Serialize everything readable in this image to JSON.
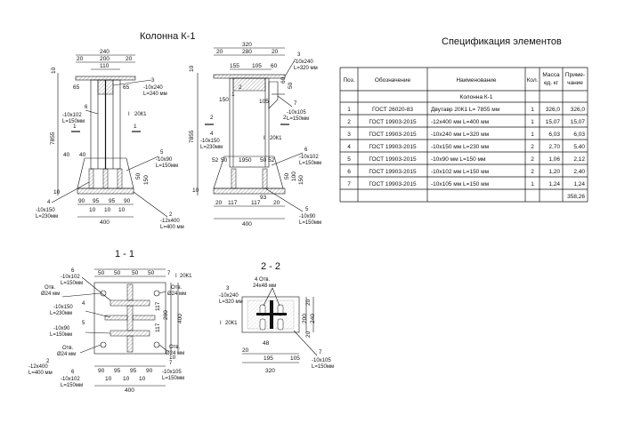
{
  "drawing": {
    "column_title": "Колонна К-1",
    "spec_title": "Спецификация элементов",
    "section_1_title": "1 - 1",
    "section_2_title": "2 - 2"
  },
  "spec_table": {
    "headers": [
      "Поз.",
      "Обозначение",
      "Наименование",
      "Кол.",
      "Масса ед. кг",
      "Приме-чание"
    ],
    "group_title": "Колонна К-1",
    "rows": [
      [
        "1",
        "ГОСТ 26020-83",
        "Двутавр 20К1  L= 7855 мм",
        "1",
        "326,0",
        "326,0"
      ],
      [
        "2",
        "ГОСТ 19903-2015",
        "-12х400 мм   L=400 мм",
        "1",
        "15,07",
        "15,07"
      ],
      [
        "3",
        "ГОСТ 19903-2015",
        "-10х240 мм   L=320 мм",
        "1",
        "6,03",
        "6,03"
      ],
      [
        "4",
        "ГОСТ 19903-2015",
        "-10х150 мм   L=230 мм",
        "2",
        "2,70",
        "5,40"
      ],
      [
        "5",
        "ГОСТ 19903-2015",
        "-10х90 мм      L=150 мм",
        "2",
        "1,06",
        "2,12"
      ],
      [
        "6",
        "ГОСТ 19903-2015",
        "-10х102 мм    L=150 мм",
        "2",
        "1,20",
        "2,40"
      ],
      [
        "7",
        "ГОСТ 19903-2015",
        "-10х105 мм    L=150 мм",
        "1",
        "1,24",
        "1,24"
      ]
    ],
    "total": "358,26"
  },
  "front_view": {
    "top_dims": [
      "240",
      "20",
      "200",
      "20",
      "110"
    ],
    "side_dims": [
      "10",
      "65",
      "65",
      "7855",
      "40",
      "40",
      "10",
      "50",
      "150"
    ],
    "bottom_dims": [
      "90",
      "95",
      "95",
      "90",
      "10",
      "10",
      "10",
      "400"
    ],
    "labels": {
      "p3": "3",
      "p3_text": "-10х240\nL=240 мм",
      "p6": "6",
      "p6_text": "-10х102\nL=150мм",
      "profile": "20К1",
      "p5": "5",
      "p5_text": "-10х90\nL=150мм",
      "p4": "4",
      "p4_text": "-10х150\nL=230мм",
      "p2": "2",
      "p2_text": "-12х400\nL=400 мм",
      "cut1": "1",
      "cut2": "2"
    }
  },
  "side_view": {
    "top_dims": [
      "320",
      "20",
      "280",
      "20",
      "155",
      "105",
      "60"
    ],
    "side_dims": [
      "10",
      "7855",
      "52",
      "50",
      "150",
      "50",
      "52",
      "10"
    ],
    "bottom_dims": [
      "20",
      "117",
      "117",
      "20",
      "400"
    ],
    "labels": {
      "p3": "3",
      "p3_text": "-10х240\nL=320 мм",
      "p7": "7",
      "p7_text": "-10х105\nL=150мм",
      "p4": "4",
      "p4_text": "-10х150\nL=230мм",
      "profile": "20К1",
      "p6": "6",
      "p6_text": "-10х102\nL=150мм",
      "p5": "5",
      "p5_text": "-10х90\nL=150мм",
      "d1": "150",
      "d2": "105",
      "d3": "1950",
      "d4": "52",
      "d5": "50",
      "cut1": "1",
      "cut2": "2",
      "dim_60": "60",
      "dim_50": "50",
      "dim_100": "100",
      "dim_10": "10",
      "dim_93": "93"
    }
  },
  "section_1": {
    "top_dims": [
      "50",
      "50",
      "50",
      "50"
    ],
    "right_dims": [
      "200",
      "117",
      "117",
      "400",
      "10"
    ],
    "bottom_dims": [
      "90",
      "95",
      "95",
      "90",
      "10",
      "10",
      "10",
      "400"
    ],
    "labels": {
      "p6a": "6",
      "p6a_text": "-10х102\nL=150мм",
      "p7": "7",
      "profile": "20К1",
      "hole1": "Отв.\nØ24 мм",
      "p4": "4",
      "p4_text": "-10х150\nL=230мм",
      "p5": "5",
      "p5_text": "-10х90\nL=150мм",
      "hole2": "Отв.\nØ24 мм",
      "hole3": "Отв.\nØ24 мм",
      "hole4": "Отв.\nØ24 мм",
      "p2": "2",
      "p2_text": "-12х400\nL=400 мм",
      "p6b": "6",
      "p6b_text": "-10х102\nL=150мм",
      "p7b": "7",
      "p7b_text": "-10х105\nL=150мм"
    }
  },
  "section_2": {
    "dims": [
      "20",
      "20",
      "200",
      "240",
      "48",
      "195",
      "105",
      "320"
    ],
    "labels": {
      "p3": "3",
      "p3_text": "-10х240\nL=320 мм",
      "holes": "4 Отв.\n24х48 мм",
      "profile": "20К1",
      "p7": "7",
      "p7_text": "-10х105\nL=150мм"
    }
  }
}
